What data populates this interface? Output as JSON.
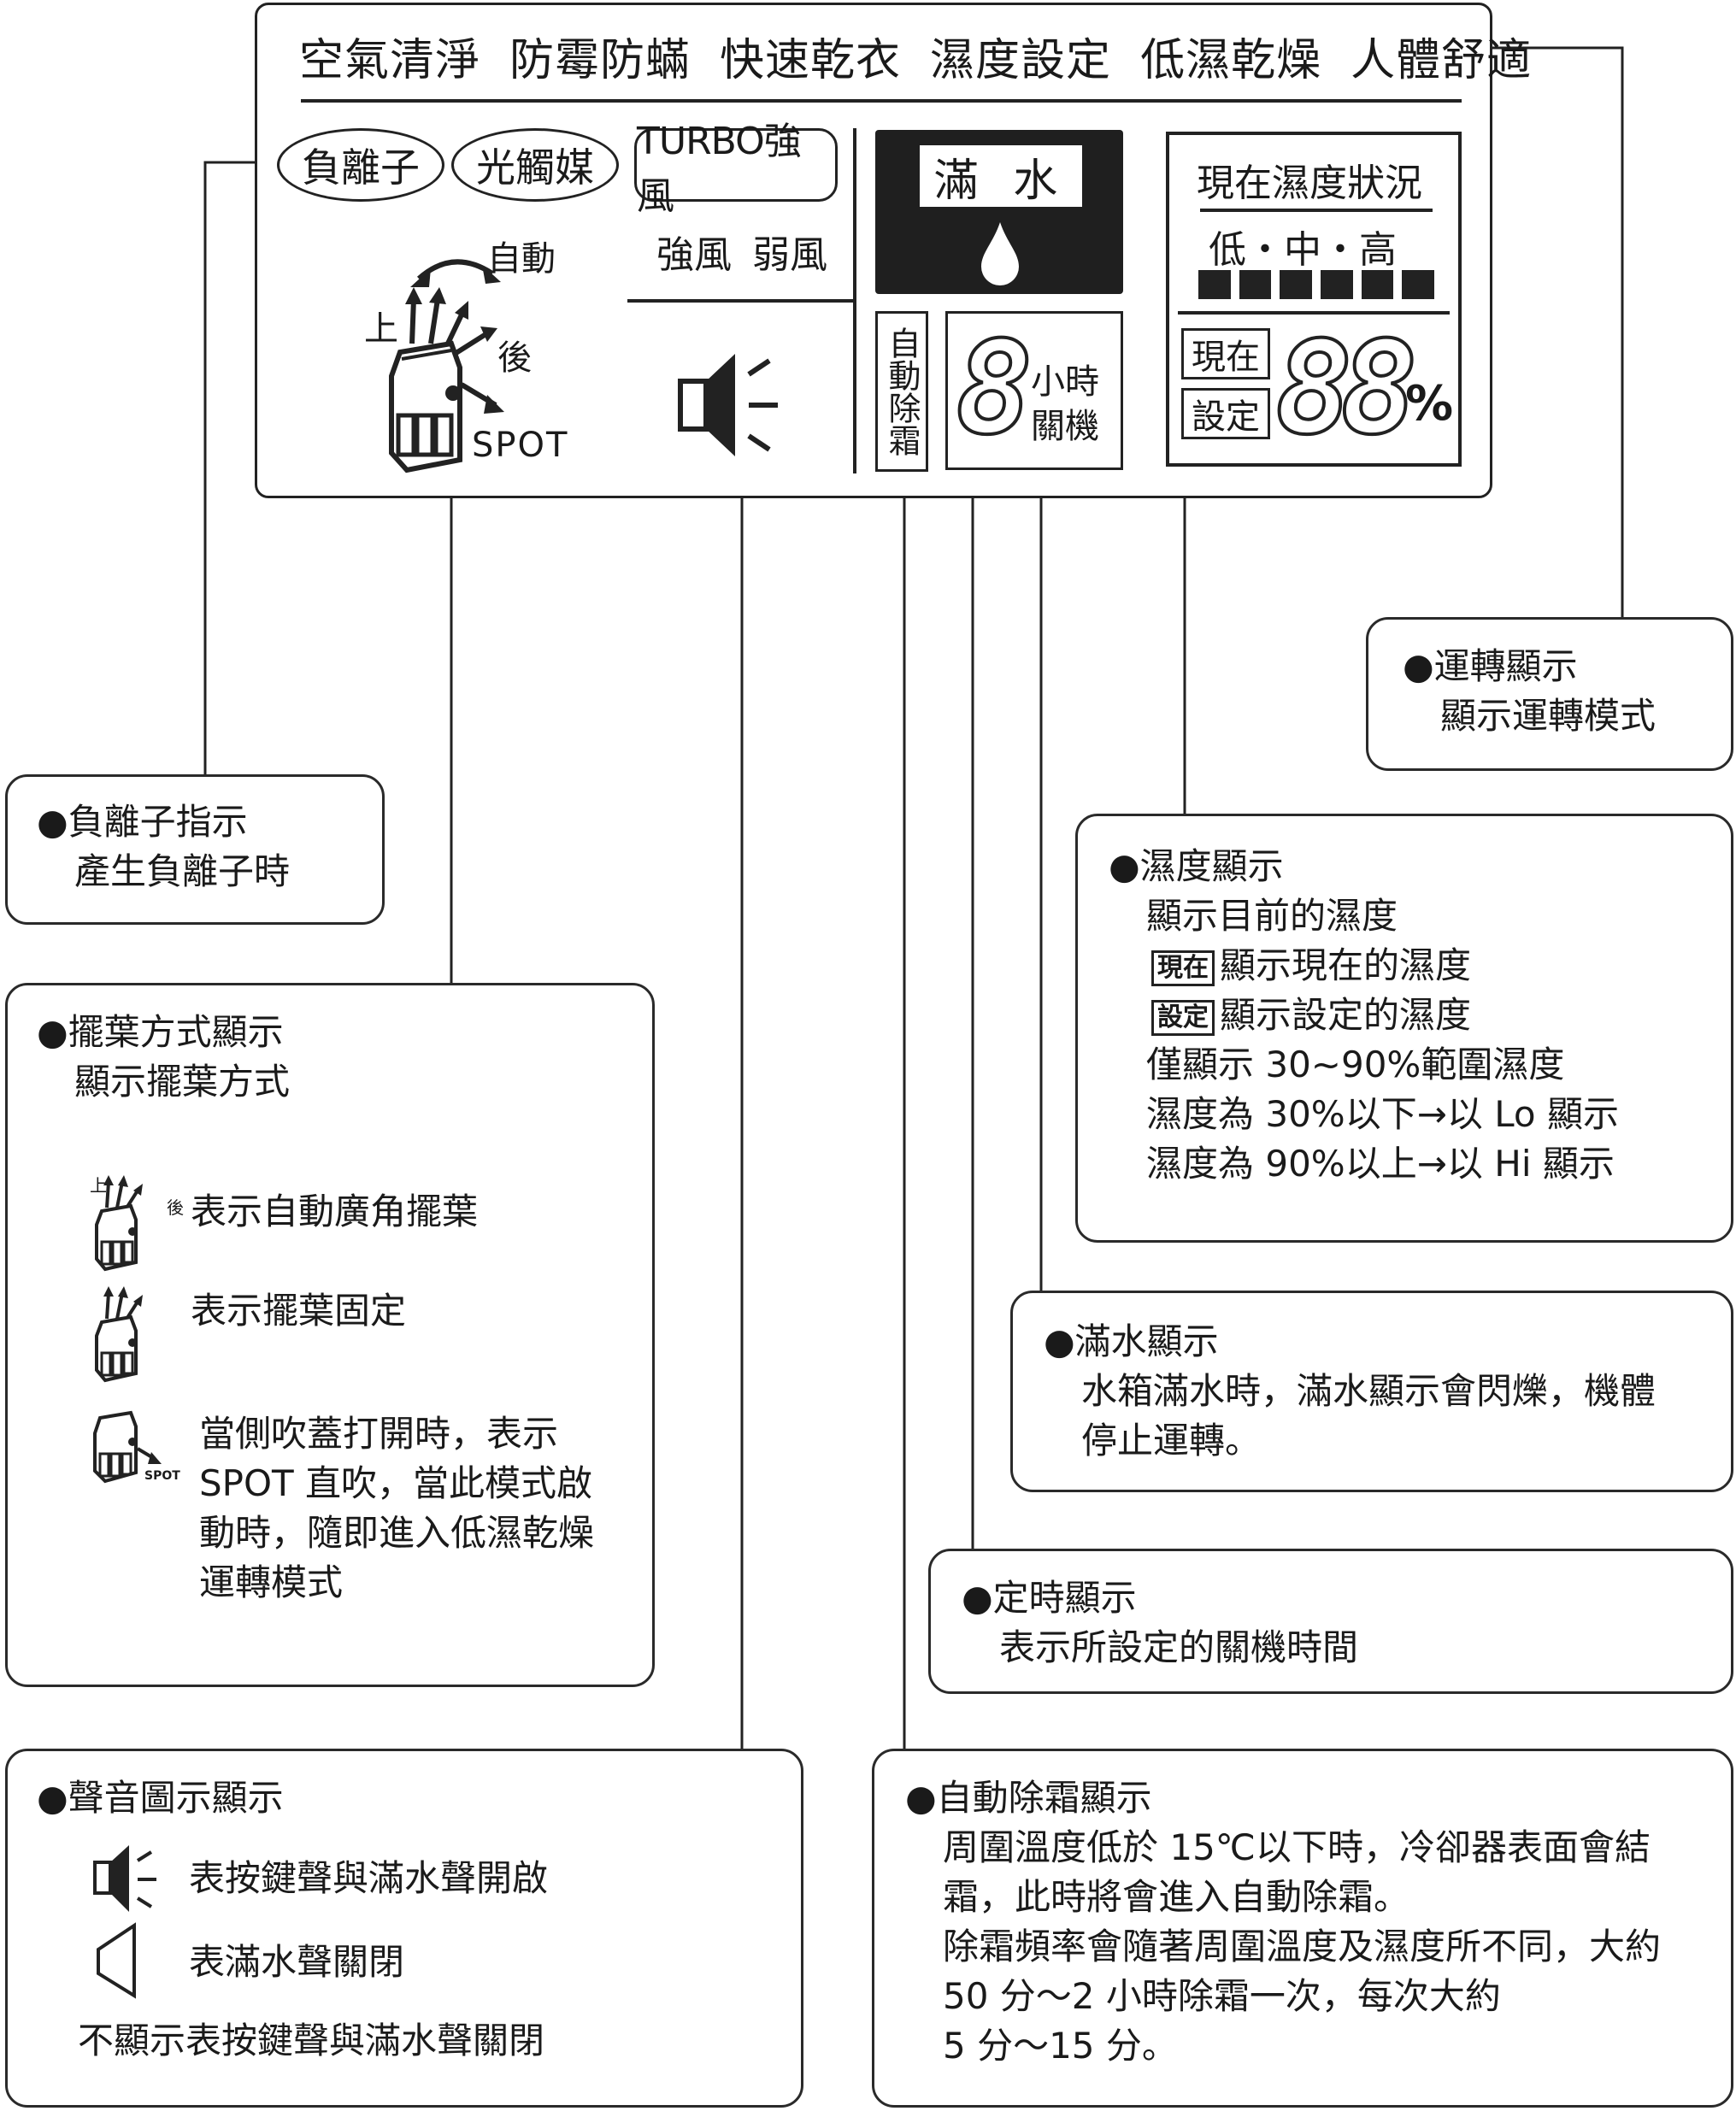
{
  "panel": {
    "modes": [
      "空氣清淨",
      "防霉防蟎",
      "快速乾衣",
      "濕度設定",
      "低濕乾燥",
      "人體舒適"
    ],
    "ion_label": "負離子",
    "photocatalyst_label": "光觸媒",
    "turbo_label": "TURBO強風",
    "strong_label": "強風",
    "weak_label": "弱風",
    "auto_label": "自動",
    "up_label": "上",
    "back_label": "後",
    "spot_label": "SPOT",
    "full_water_label": "滿 水",
    "auto_defrost_label": "自動除霜",
    "timer_digit": "8",
    "timer_unit_1": "小時",
    "timer_unit_2": "關機",
    "humidity_title": "現在濕度狀況",
    "humidity_scale": "低・中・高",
    "humidity_current_label": "現在",
    "humidity_set_label": "設定",
    "humidity_digits": "88",
    "humidity_percent": "%"
  },
  "callouts": {
    "operation": {
      "title": "運轉顯示",
      "lines": [
        "顯示運轉模式"
      ]
    },
    "ion": {
      "title": "負離子指示",
      "lines": [
        "產生負離子時"
      ]
    },
    "louver": {
      "title": "擺葉方式顯示",
      "lines": [
        "顯示擺葉方式"
      ],
      "item1": "表示自動廣角擺葉",
      "item2": "表示擺葉固定",
      "item3": [
        "當側吹蓋打開時，表示",
        "SPOT 直吹，當此模式啟",
        "動時，隨即進入低濕乾燥",
        "運轉模式"
      ]
    },
    "humidity": {
      "title": "濕度顯示",
      "line1": "顯示目前的濕度",
      "current_tag": "現在",
      "current_text": "顯示現在的濕度",
      "set_tag": "設定",
      "set_text": "顯示設定的濕度",
      "line4": "僅顯示 30~90%範圍濕度",
      "line5": "濕度為 30%以下→以 Lo 顯示",
      "line6": "濕度為 90%以上→以 Hi 顯示"
    },
    "full_water": {
      "title": "滿水顯示",
      "lines": [
        "水箱滿水時，滿水顯示會閃爍，機體",
        "停止運轉。"
      ]
    },
    "timer": {
      "title": "定時顯示",
      "lines": [
        "表示所設定的關機時間"
      ]
    },
    "sound": {
      "title": "聲音圖示顯示",
      "item1": "表按鍵聲與滿水聲開啟",
      "item2": "表滿水聲關閉",
      "item3": "不顯示表按鍵聲與滿水聲關閉"
    },
    "defrost": {
      "title": "自動除霜顯示",
      "lines": [
        "周圍溫度低於 15℃以下時，冷卻器表面會結",
        "霜，此時將會進入自動除霜。",
        "除霜頻率會隨著周圍溫度及濕度所不同，大約",
        "50 分～2 小時除霜一次，每次大約",
        "5 分～15 分。"
      ]
    }
  },
  "mini_labels": {
    "up": "上",
    "back": "後",
    "spot": "SPOT"
  }
}
